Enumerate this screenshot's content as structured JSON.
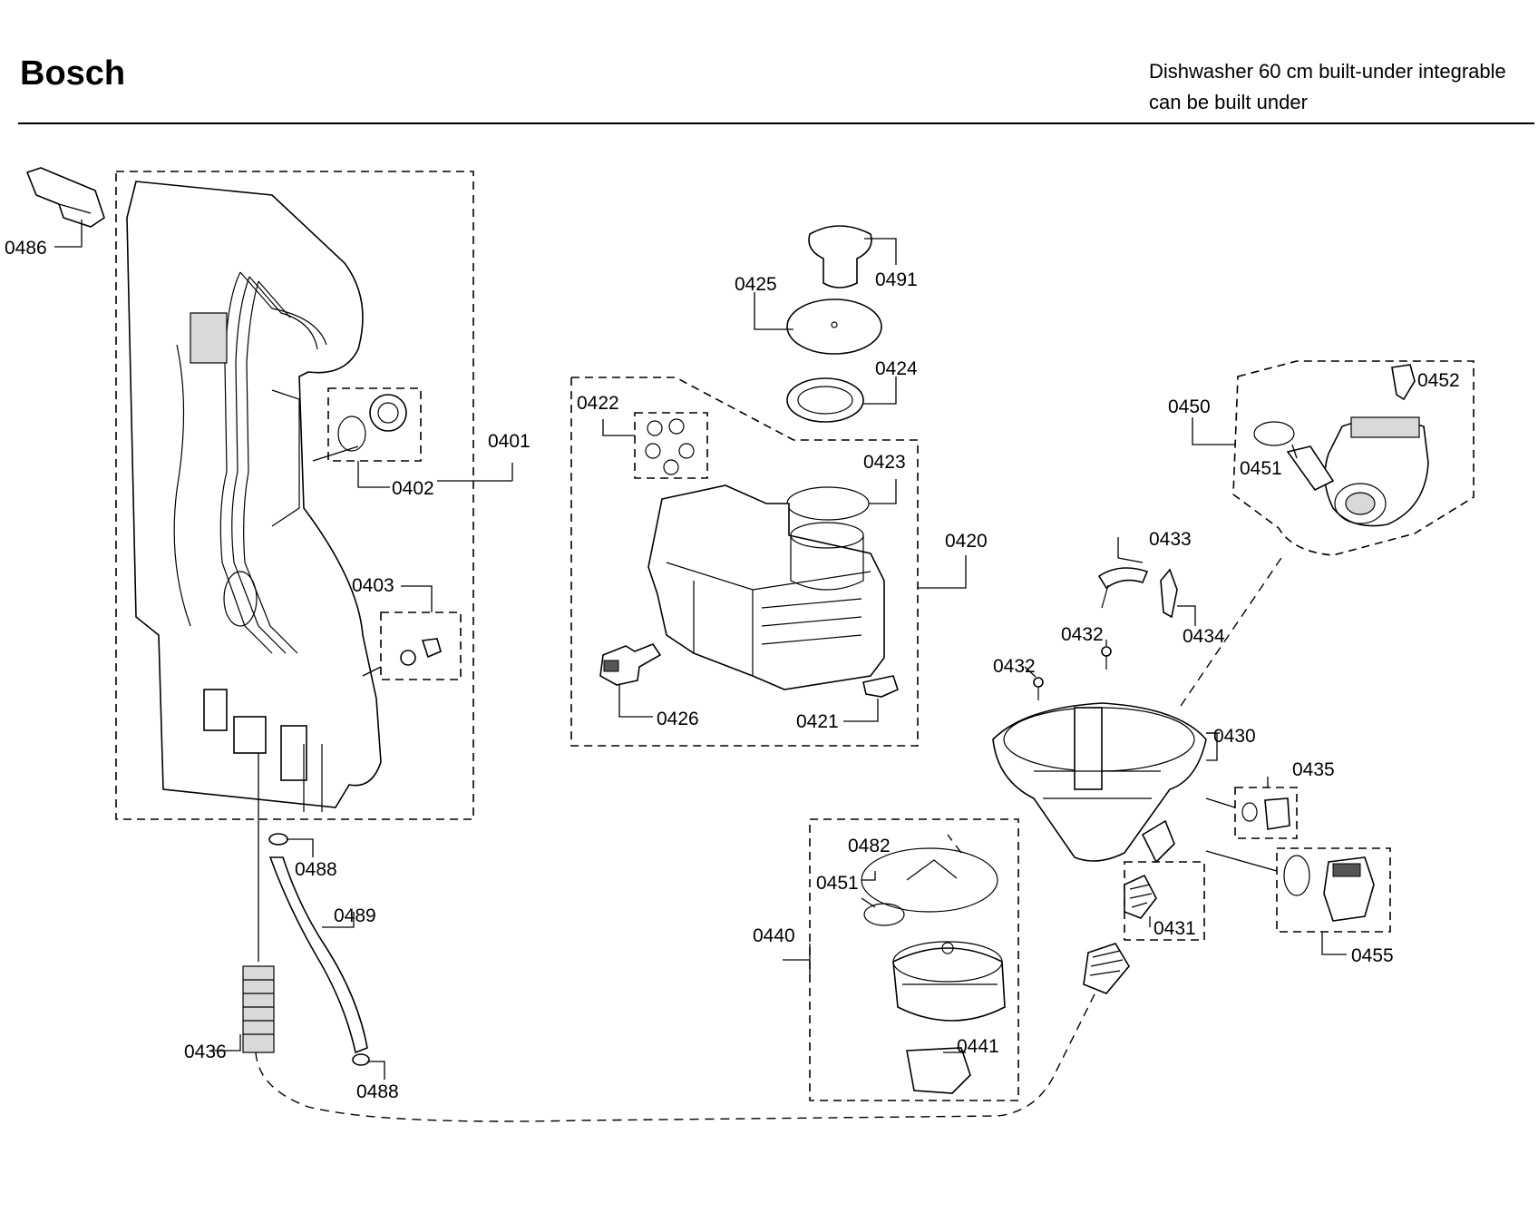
{
  "header": {
    "brand": "Bosch",
    "model_line1": "Dishwasher 60 cm built-under integrable",
    "model_line2": "can be built under"
  },
  "callouts": {
    "c0486": "0486",
    "c0401": "0401",
    "c0402": "0402",
    "c0403": "0403",
    "c0436": "0436",
    "c0488a": "0488",
    "c0489": "0489",
    "c0488b": "0488",
    "c0491": "0491",
    "c0425": "0425",
    "c0424": "0424",
    "c0422": "0422",
    "c0423": "0423",
    "c0420": "0420",
    "c0426": "0426",
    "c0421": "0421",
    "c0450": "0450",
    "c0451a": "0451",
    "c0452": "0452",
    "c0433": "0433",
    "c0434": "0434",
    "c0432a": "0432",
    "c0432b": "0432",
    "c0430": "0430",
    "c0435": "0435",
    "c0455": "0455",
    "c0431": "0431",
    "c0482": "0482",
    "c0451b": "0451",
    "c0440": "0440",
    "c0441": "0441"
  }
}
